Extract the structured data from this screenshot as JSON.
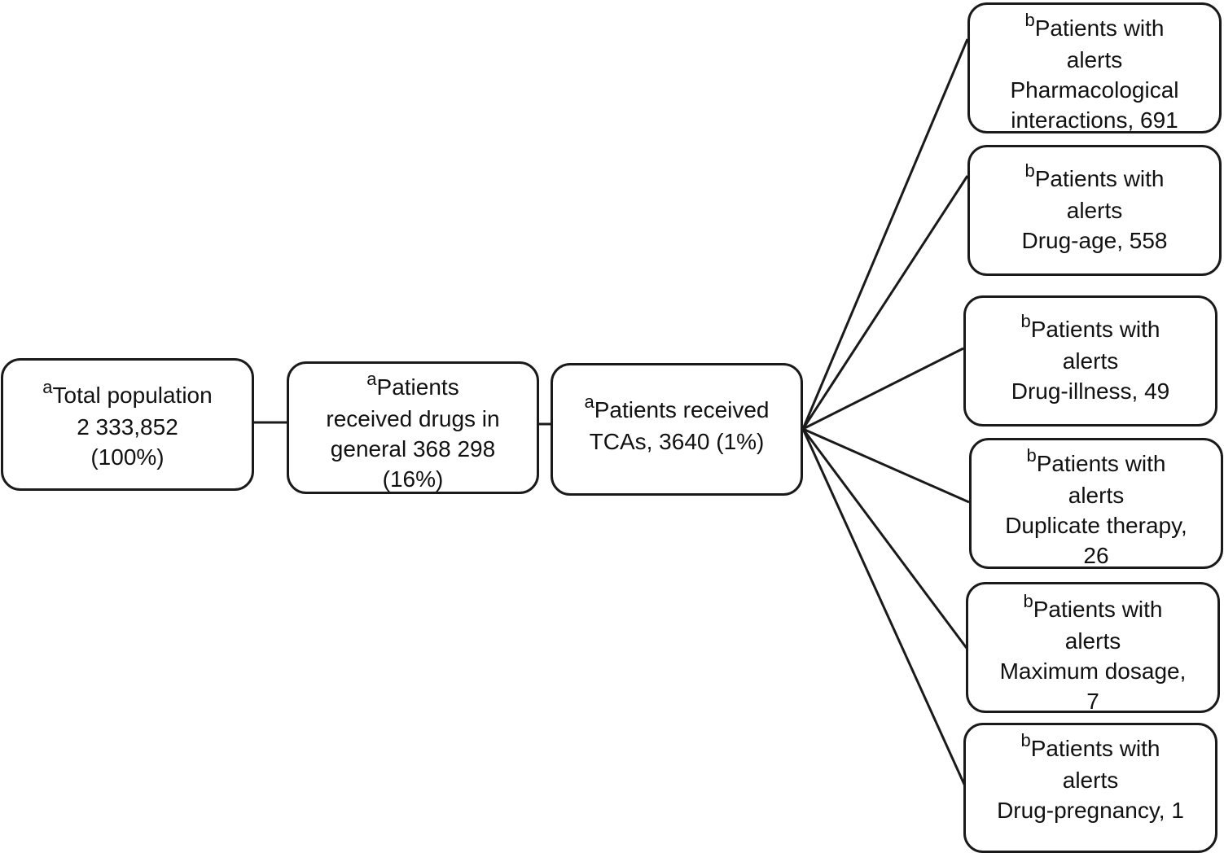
{
  "nodes": {
    "total": {
      "sup": "a",
      "lines": [
        "Total population",
        "2 333,852",
        "(100%)"
      ]
    },
    "drugs": {
      "sup": "a",
      "lines": [
        "Patients",
        "received drugs in",
        "general 368 298",
        "(16%)"
      ]
    },
    "tca": {
      "sup": "a",
      "lines": [
        "Patients received",
        "TCAs, 3640 (1%)"
      ]
    }
  },
  "alerts": [
    {
      "sup": "b",
      "lines": [
        "Patients with",
        "alerts",
        "Pharmacological",
        "interactions, 691"
      ]
    },
    {
      "sup": "b",
      "lines": [
        "Patients with",
        "alerts",
        "Drug-age, 558"
      ]
    },
    {
      "sup": "b",
      "lines": [
        "Patients with",
        "alerts",
        "Drug-illness, 49"
      ]
    },
    {
      "sup": "b",
      "lines": [
        "Patients with",
        "alerts",
        "Duplicate therapy,",
        "26"
      ]
    },
    {
      "sup": "b",
      "lines": [
        "Patients with",
        "alerts",
        "Maximum dosage,",
        "7"
      ]
    },
    {
      "sup": "b",
      "lines": [
        "Patients with",
        "alerts",
        "Drug-pregnancy, 1"
      ]
    }
  ]
}
